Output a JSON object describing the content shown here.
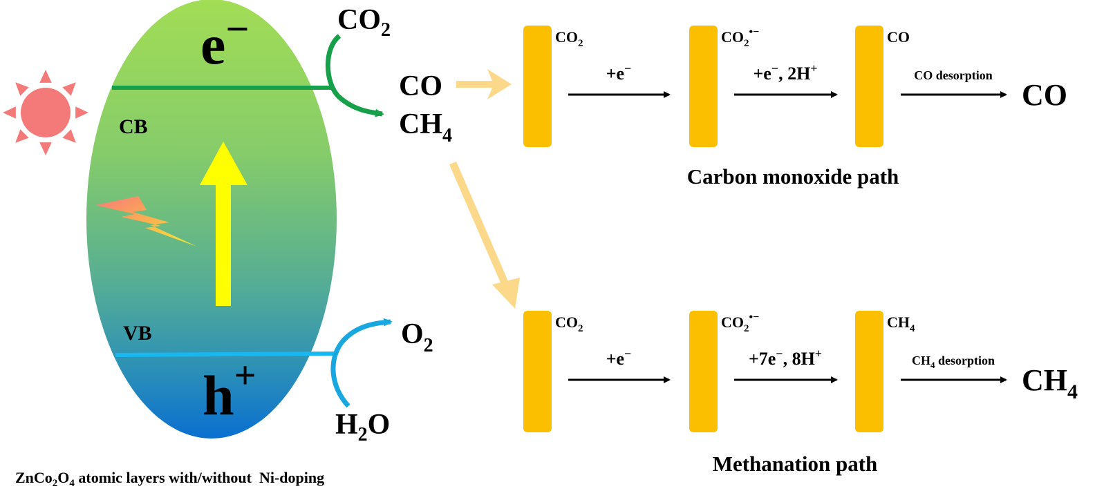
{
  "colors": {
    "ellipse_top": "#a2dd55",
    "ellipse_mid": "#5fb38a",
    "ellipse_bottom": "#0a6fd0",
    "cb_line": "#17a04a",
    "vb_line": "#18b7ef",
    "excitation_arrow": "#ffff00",
    "sun": "#f47a7a",
    "catalyst_bar": "#fbbf00",
    "flow_arrow": "#fcd98a"
  },
  "band": {
    "electron": {
      "base": "e",
      "sup": "−"
    },
    "hole": {
      "base": "h",
      "sup": "+"
    },
    "cb_label": "CB",
    "vb_label": "VB"
  },
  "reactions": {
    "co2_in": {
      "base": "CO",
      "sub": "2"
    },
    "co_out": "CO",
    "ch4_out": {
      "base": "CH",
      "sub": "4"
    },
    "o2_out": {
      "base": "O",
      "sub": "2"
    },
    "h2o_in": {
      "pre": "H",
      "sub": "2",
      "post": "O"
    }
  },
  "caption": {
    "pre": "ZnCo",
    "sub1": "2",
    "mid": "O",
    "sub2": "4",
    "post": " atomic layers with/without  Ni-doping"
  },
  "paths": [
    {
      "title": "Carbon monoxide path",
      "species": [
        {
          "base": "CO",
          "sub": "2",
          "sup": ""
        },
        {
          "base": "CO",
          "sub": "2",
          "sup": "•−"
        },
        {
          "base": "CO",
          "sub": "",
          "sup": ""
        }
      ],
      "steps": [
        {
          "base": "+e",
          "sup": "−",
          "rest": "",
          "sup2": ""
        },
        {
          "base": "+e",
          "sup": "−",
          "rest": ", 2H",
          "sup2": "+"
        },
        {
          "base": "CO desorption",
          "sub": ""
        }
      ],
      "product": {
        "base": "CO",
        "sub": ""
      }
    },
    {
      "title": "Methanation path",
      "species": [
        {
          "base": "CO",
          "sub": "2",
          "sup": ""
        },
        {
          "base": "CO",
          "sub": "2",
          "sup": "•−"
        },
        {
          "base": "CH",
          "sub": "4",
          "sup": ""
        }
      ],
      "steps": [
        {
          "base": "+e",
          "sup": "−",
          "rest": "",
          "sup2": ""
        },
        {
          "base": "+7e",
          "sup": "−",
          "rest": ", 8H",
          "sup2": "+"
        },
        {
          "base": "CH",
          "sub": "4",
          "rest": " desorption"
        }
      ],
      "product": {
        "base": "CH",
        "sub": "4"
      }
    }
  ]
}
